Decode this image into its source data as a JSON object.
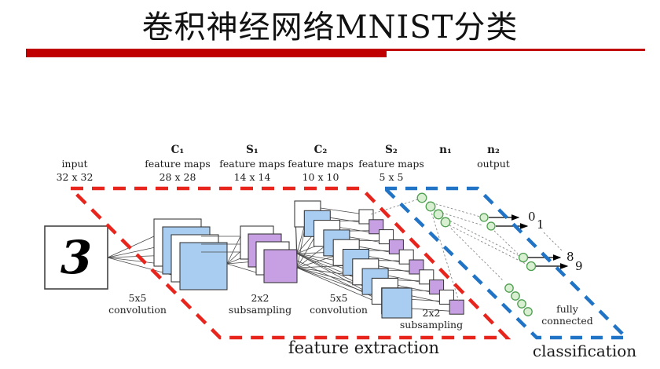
{
  "title": "卷积神经网络MNIST分类",
  "colors": {
    "accent_bar": "#c00000",
    "red_dash": "#e8251d",
    "blue_dash": "#2173c5",
    "map_blue": "#a9cdf0",
    "map_purple": "#c79fe3",
    "map_white": "#ffffff",
    "neuron_fill": "#d8efd2",
    "neuron_stroke": "#4e9e50",
    "wire": "#4a4a4a",
    "dotted_wire": "#8a8a8a",
    "square_stroke": "#333333"
  },
  "diagram": {
    "input_digit": "3",
    "columns": [
      {
        "sym": "",
        "line": "input",
        "size": "32 x 32"
      },
      {
        "sym": "C₁",
        "line": "feature maps",
        "size": "28 x 28"
      },
      {
        "sym": "S₁",
        "line": "feature maps",
        "size": "14 x 14"
      },
      {
        "sym": "C₂",
        "line": "feature maps",
        "size": "10 x 10"
      },
      {
        "sym": "S₂",
        "line": "feature maps",
        "size": "5 x 5"
      },
      {
        "sym": "n₁",
        "line": "",
        "size": ""
      },
      {
        "sym": "n₂",
        "line": "output",
        "size": ""
      }
    ],
    "operations": [
      {
        "l1": "5x5",
        "l2": "convolution"
      },
      {
        "l1": "2x2",
        "l2": "subsampling"
      },
      {
        "l1": "5x5",
        "l2": "convolution"
      },
      {
        "l1": "2x2",
        "l2": "subsampling"
      },
      {
        "l1": "fully",
        "l2": "connected"
      }
    ],
    "outputs": [
      "0",
      "1",
      "8",
      "9"
    ],
    "regions": {
      "feature": "feature extraction",
      "classify": "classification"
    }
  }
}
